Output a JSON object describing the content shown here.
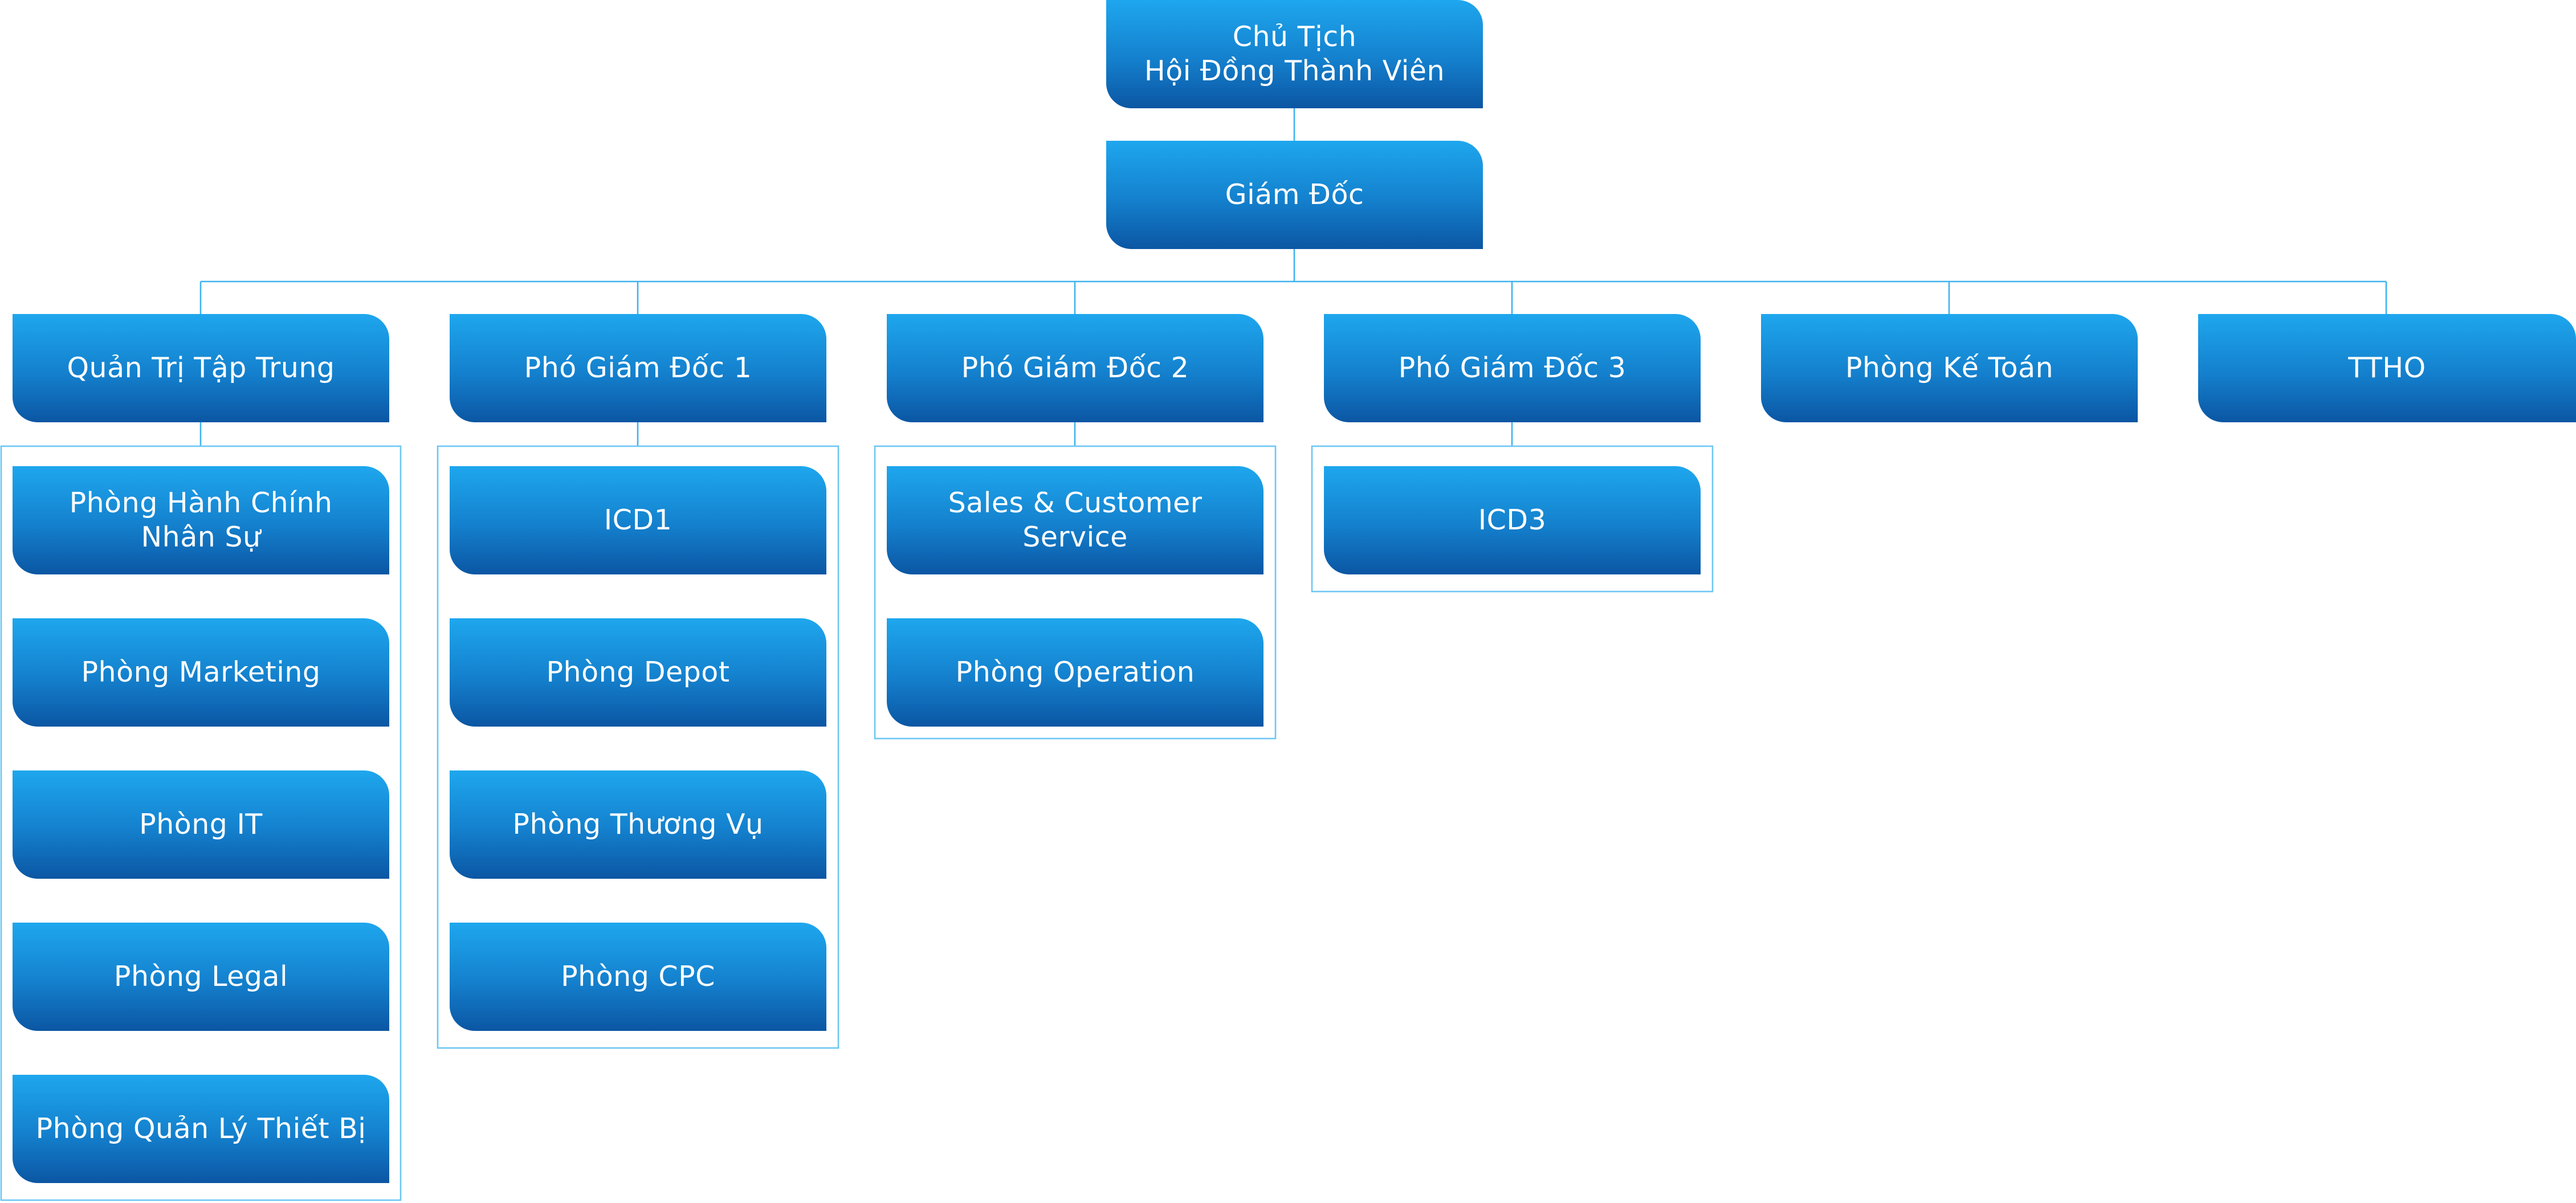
{
  "chart": {
    "root": "Chủ Tịch\nHội Đồng Thành Viên",
    "director": "Giám Đốc",
    "branches": [
      {
        "label": "Quản Trị Tập Trung",
        "children": [
          "Phòng Hành Chính\nNhân Sự",
          "Phòng Marketing",
          "Phòng IT",
          "Phòng Legal",
          "Phòng Quản Lý Thiết Bị"
        ]
      },
      {
        "label": "Phó Giám Đốc 1",
        "children": [
          "ICD1",
          "Phòng Depot",
          "Phòng Thương Vụ",
          "Phòng CPC"
        ]
      },
      {
        "label": "Phó Giám Đốc 2",
        "children": [
          "Sales & Customer Service",
          "Phòng Operation"
        ]
      },
      {
        "label": "Phó Giám Đốc 3",
        "children": [
          "ICD3"
        ]
      },
      {
        "label": "Phòng Kế Toán",
        "children": []
      },
      {
        "label": "TTHO",
        "children": []
      }
    ]
  },
  "colors": {
    "box_top": "#1ea7ee",
    "box_bottom": "#0b56a3",
    "connector": "#3fb4ee",
    "text": "#ffffff"
  }
}
